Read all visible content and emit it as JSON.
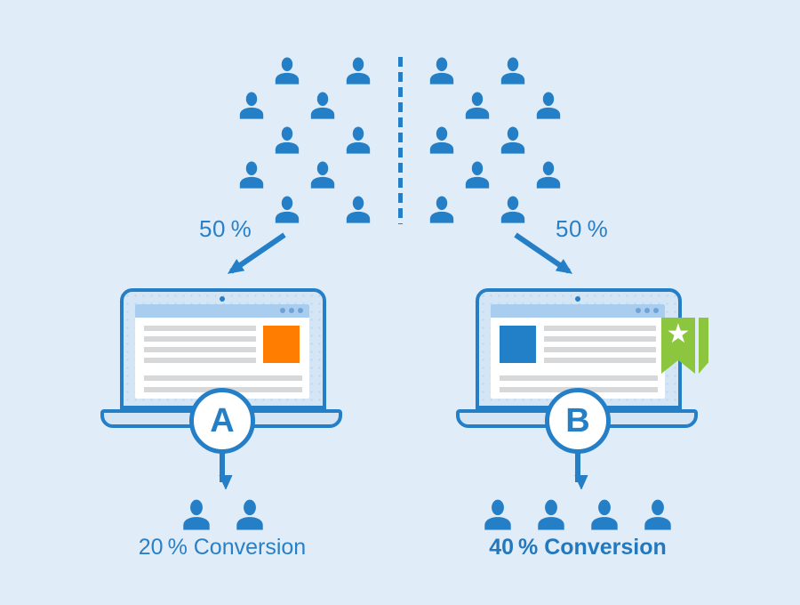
{
  "diagram": {
    "type": "ab-split-test",
    "split": {
      "left_percentage": "50 %",
      "right_percentage": "50 %",
      "left_audience_count": 10,
      "right_audience_count": 10
    },
    "variant_a": {
      "badge_label": "A",
      "result_label": "20 % Conversion",
      "converted_count": 2,
      "page_highlight": "orange-banner"
    },
    "variant_b": {
      "badge_label": "B",
      "result_label": "40 % Conversion",
      "converted_count": 4,
      "page_highlight": "blue-banner",
      "ribbon": "star-ribbon"
    },
    "icons": {
      "person": "person-icon",
      "star_glyph": "★",
      "browser_dots_per_window": 3
    }
  },
  "colors": {
    "background": "#e0edf9",
    "primary_blue": "#247fc7",
    "laptop_fill": "#d4e6f5",
    "browser_bar_blue": "#a9cdee",
    "placeholder_gray": "#d6d8da",
    "banner_orange": "#ff7d00",
    "banner_blue": "#2180c8",
    "ribbon_green": "#8cc63e",
    "text_blue": "#2a80c6"
  }
}
